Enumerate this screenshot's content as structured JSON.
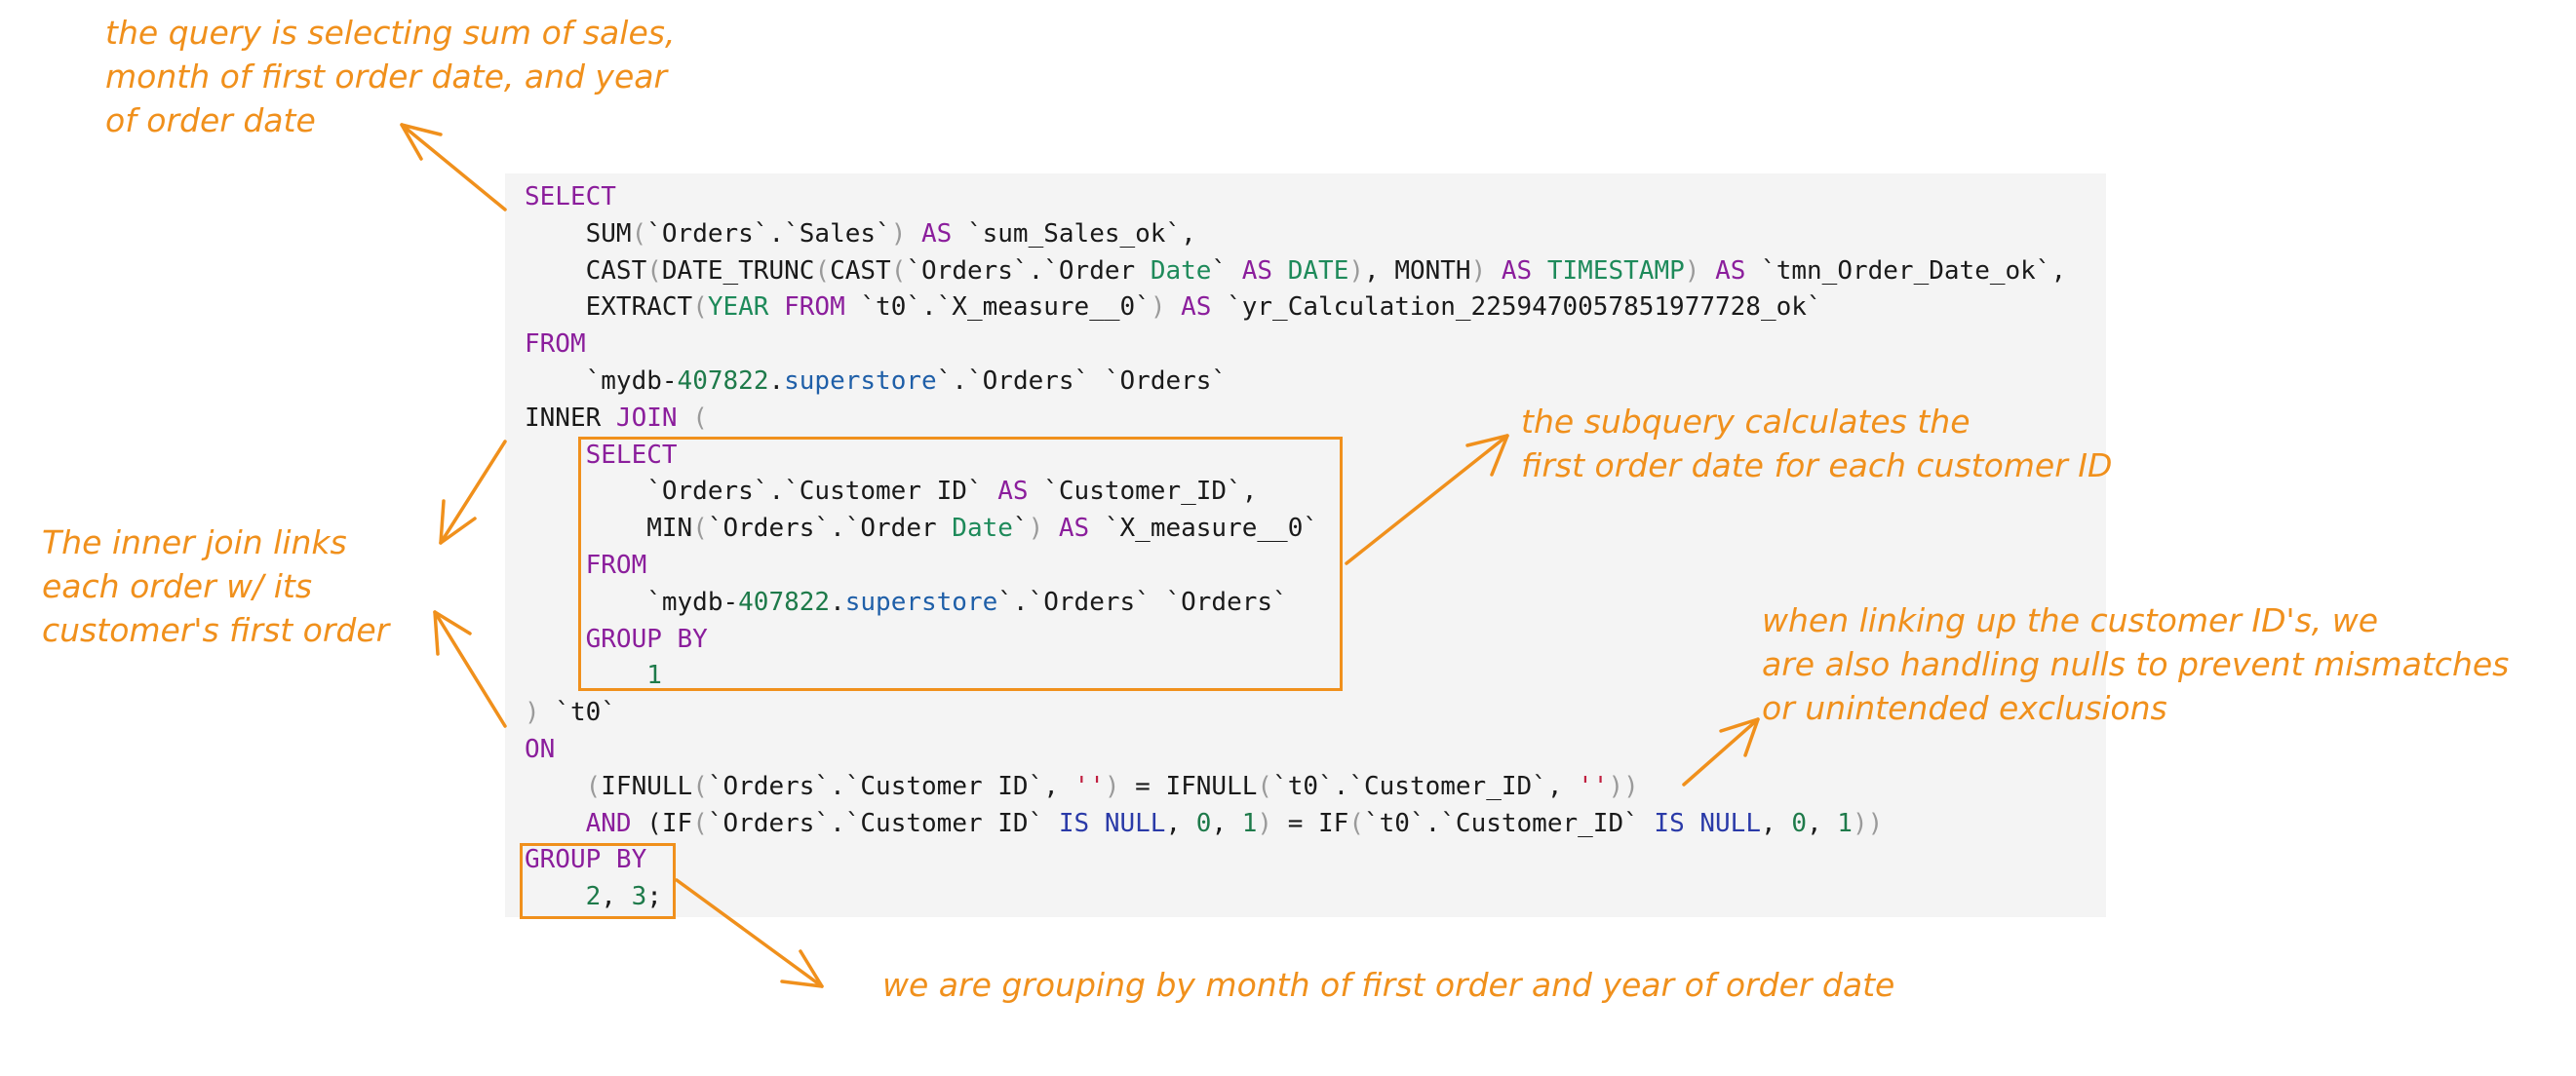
{
  "code_lines": [
    [
      {
        "t": "SELECT",
        "c": "k"
      }
    ],
    [
      {
        "t": "    SUM",
        "c": "fn"
      },
      {
        "t": "(",
        "c": "p"
      },
      {
        "t": "`Orders`.`Sales`",
        "c": "id"
      },
      {
        "t": ")",
        "c": "p"
      },
      {
        "t": " AS ",
        "c": "k"
      },
      {
        "t": "`sum_Sales_ok`,",
        "c": "id"
      }
    ],
    [
      {
        "t": "    CAST",
        "c": "fn"
      },
      {
        "t": "(",
        "c": "p"
      },
      {
        "t": "DATE_TRUNC",
        "c": "fn"
      },
      {
        "t": "(",
        "c": "p"
      },
      {
        "t": "CAST",
        "c": "fn"
      },
      {
        "t": "(",
        "c": "p"
      },
      {
        "t": "`Orders`.`Order ",
        "c": "id"
      },
      {
        "t": "Date",
        "c": "type"
      },
      {
        "t": "`",
        "c": "id"
      },
      {
        "t": " AS ",
        "c": "k"
      },
      {
        "t": "DATE",
        "c": "type"
      },
      {
        "t": ")",
        "c": "p"
      },
      {
        "t": ", MONTH",
        "c": "t"
      },
      {
        "t": ")",
        "c": "p"
      },
      {
        "t": " AS ",
        "c": "k"
      },
      {
        "t": "TIMESTAMP",
        "c": "type"
      },
      {
        "t": ")",
        "c": "p"
      },
      {
        "t": " AS ",
        "c": "k"
      },
      {
        "t": "`tmn_Order_Date_ok`,",
        "c": "id"
      }
    ],
    [
      {
        "t": "    EXTRACT",
        "c": "fn"
      },
      {
        "t": "(",
        "c": "p"
      },
      {
        "t": "YEAR",
        "c": "type"
      },
      {
        "t": " FROM ",
        "c": "k"
      },
      {
        "t": "`t0`.`X_measure__0`",
        "c": "id"
      },
      {
        "t": ")",
        "c": "p"
      },
      {
        "t": " AS ",
        "c": "k"
      },
      {
        "t": "`yr_Calculation_2259470057851977728_ok`",
        "c": "id"
      }
    ],
    [
      {
        "t": "FROM",
        "c": "k"
      }
    ],
    [
      {
        "t": "    `mydb-",
        "c": "id"
      },
      {
        "t": "407822",
        "c": "num"
      },
      {
        "t": ".",
        "c": "id"
      },
      {
        "t": "superstore",
        "c": "link"
      },
      {
        "t": "`.`Orders` `Orders`",
        "c": "id"
      }
    ],
    [
      {
        "t": "INNER ",
        "c": "b"
      },
      {
        "t": "JOIN",
        "c": "k"
      },
      {
        "t": " (",
        "c": "p"
      }
    ],
    [
      {
        "t": "    SELECT",
        "c": "k"
      }
    ],
    [
      {
        "t": "        `Orders`.`Customer ID`",
        "c": "id"
      },
      {
        "t": " AS ",
        "c": "k"
      },
      {
        "t": "`Customer_ID`,",
        "c": "id"
      }
    ],
    [
      {
        "t": "        MIN",
        "c": "fn"
      },
      {
        "t": "(",
        "c": "p"
      },
      {
        "t": "`Orders`.`Order ",
        "c": "id"
      },
      {
        "t": "Date",
        "c": "type"
      },
      {
        "t": "`",
        "c": "id"
      },
      {
        "t": ")",
        "c": "p"
      },
      {
        "t": " AS ",
        "c": "k"
      },
      {
        "t": "`X_measure__0`",
        "c": "id"
      }
    ],
    [
      {
        "t": "    FROM",
        "c": "k"
      }
    ],
    [
      {
        "t": "        `mydb-",
        "c": "id"
      },
      {
        "t": "407822",
        "c": "num"
      },
      {
        "t": ".",
        "c": "id"
      },
      {
        "t": "superstore",
        "c": "link"
      },
      {
        "t": "`.`Orders` `Orders`",
        "c": "id"
      }
    ],
    [
      {
        "t": "    GROUP BY",
        "c": "k"
      }
    ],
    [
      {
        "t": "        ",
        "c": "t"
      },
      {
        "t": "1",
        "c": "num"
      }
    ],
    [
      {
        "t": ")",
        "c": "p"
      },
      {
        "t": " `t0`",
        "c": "id"
      }
    ],
    [
      {
        "t": "ON",
        "c": "k"
      }
    ],
    [
      {
        "t": "    (",
        "c": "p"
      },
      {
        "t": "IFNULL",
        "c": "fn"
      },
      {
        "t": "(",
        "c": "p"
      },
      {
        "t": "`Orders`.`Customer ID`, ",
        "c": "id"
      },
      {
        "t": "''",
        "c": "str"
      },
      {
        "t": ")",
        "c": "p"
      },
      {
        "t": " = IFNULL",
        "c": "fn"
      },
      {
        "t": "(",
        "c": "p"
      },
      {
        "t": "`t0`.`Customer_ID`, ",
        "c": "id"
      },
      {
        "t": "''",
        "c": "str"
      },
      {
        "t": "))",
        "c": "p"
      }
    ],
    [
      {
        "t": "    AND",
        "c": "k"
      },
      {
        "t": " (IF",
        "c": "fn"
      },
      {
        "t": "(",
        "c": "p"
      },
      {
        "t": "`Orders`.`Customer ID`",
        "c": "id"
      },
      {
        "t": " IS NULL",
        "c": "null"
      },
      {
        "t": ", ",
        "c": "t"
      },
      {
        "t": "0",
        "c": "num"
      },
      {
        "t": ", ",
        "c": "t"
      },
      {
        "t": "1",
        "c": "num"
      },
      {
        "t": ")",
        "c": "p"
      },
      {
        "t": " = IF",
        "c": "fn"
      },
      {
        "t": "(",
        "c": "p"
      },
      {
        "t": "`t0`.`Customer_ID`",
        "c": "id"
      },
      {
        "t": " IS NULL",
        "c": "null"
      },
      {
        "t": ", ",
        "c": "t"
      },
      {
        "t": "0",
        "c": "num"
      },
      {
        "t": ", ",
        "c": "t"
      },
      {
        "t": "1",
        "c": "num"
      },
      {
        "t": "))",
        "c": "p"
      }
    ],
    [
      {
        "t": "GROUP BY",
        "c": "k"
      }
    ],
    [
      {
        "t": "    ",
        "c": "t"
      },
      {
        "t": "2",
        "c": "num"
      },
      {
        "t": ", ",
        "c": "t"
      },
      {
        "t": "3",
        "c": "num"
      },
      {
        "t": ";",
        "c": "t"
      }
    ]
  ],
  "annotations": {
    "select_note": "the query is selecting sum of sales,\nmonth of first order date, and year\nof order date",
    "join_note": "The inner join links\neach order w/ its\ncustomer's first order",
    "subquery_note": "the subquery calculates the\nfirst order date for each customer ID",
    "nulls_note": "when linking up the customer ID's, we\nare also handling nulls to prevent mismatches\nor unintended exclusions",
    "groupby_note": "we are grouping by month of first order and year of order date"
  },
  "colors": {
    "annotation": "#f0901c",
    "keyword": "#8b1e9c",
    "number": "#1e7a4a",
    "string": "#c02040",
    "type": "#1e8a5a",
    "null": "#2a3aa8",
    "project": "#1f5fa8",
    "panel": "#f4f4f4"
  }
}
